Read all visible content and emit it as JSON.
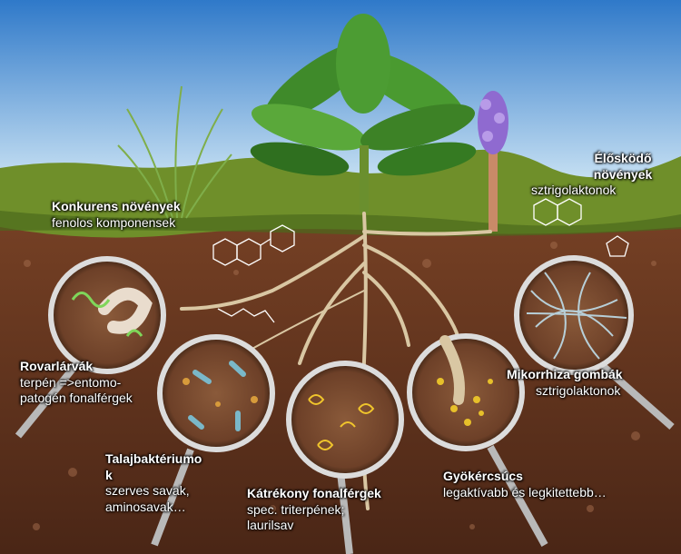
{
  "labels": {
    "competing_plants": {
      "title": "Konkurens növények",
      "sub": "fenolos komponensek"
    },
    "parasitic_plants": {
      "title_line1": "Élősködő",
      "title_line2": "növények",
      "sub": "sztrigolaktonok"
    },
    "insect_larvae": {
      "title": "Rovarlárvák",
      "sub_line1": "terpén =>entomo-",
      "sub_line2": "patogén fonalférgek"
    },
    "mycorrhiza": {
      "title": "Mikorrhiza gombák",
      "sub": "sztrigolaktonok"
    },
    "soil_bacteria": {
      "title_line1": "Talajbaktériumo",
      "title_line2": "k",
      "sub_line1": "szerves savak,",
      "sub_line2": "aminosavak…"
    },
    "nematodes": {
      "title": "Kátrékony fonalférgek",
      "sub_line1": "spec. triterpének;",
      "sub_line2": "laurilsav"
    },
    "root_tip": {
      "title": "Gyökércsúcs",
      "sub": "legaktívabb és legkitettebb…"
    }
  },
  "colors": {
    "sky_top": "#2f79c9",
    "sky_bottom": "#cfe6f5",
    "grass": "#6f8f2a",
    "soil": "#6b3a22",
    "root": "#d9c7a3"
  }
}
